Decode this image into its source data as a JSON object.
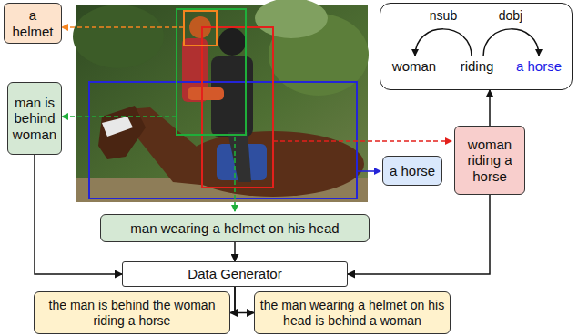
{
  "diagram": {
    "nodes": [
      {
        "text": [
          "a helmet"
        ]
      },
      {
        "text": [
          "woman",
          "riding",
          "a horse"
        ]
      },
      {
        "text": [
          "man is behind woman"
        ]
      },
      {
        "text": [
          "woman riding a horse"
        ]
      },
      {
        "text": [
          "a horse"
        ]
      },
      {
        "text": [
          "man wearing a helmet on his head"
        ]
      },
      {
        "text": [
          "Data Generator"
        ]
      },
      {
        "text": [
          "the man is behind the woman riding a horse"
        ]
      },
      {
        "text": [
          "the man wearing a helmet on his head is behind a woman"
        ]
      }
    ],
    "edges": [
      {
        "from": 2,
        "to": 6,
        "arrow": "to"
      },
      {
        "from": 5,
        "to": 6,
        "arrow": "to"
      },
      {
        "from": 3,
        "to": 1,
        "arrow": "to"
      },
      {
        "from": 3,
        "to": 6,
        "arrow": "to"
      },
      {
        "from": 6,
        "to": 7,
        "arrow": "to"
      },
      {
        "from": 6,
        "to": 8,
        "arrow": "to"
      }
    ],
    "labels": [
      "nsub",
      "dobj"
    ]
  }
}
